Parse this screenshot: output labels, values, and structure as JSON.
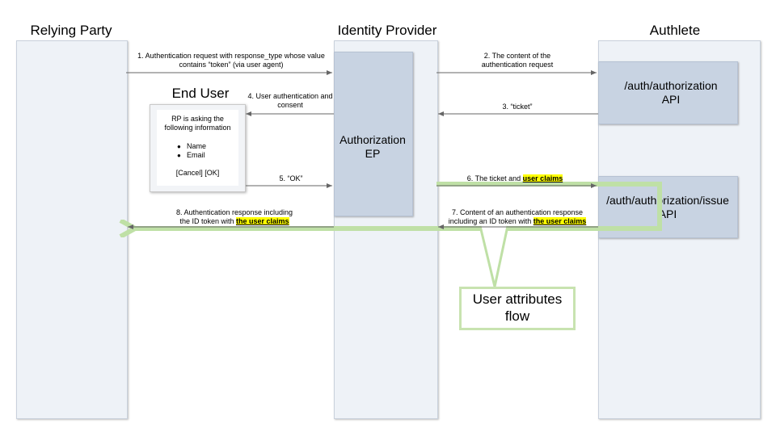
{
  "lanes": {
    "rp": "Relying Party",
    "idp": "Identity Provider",
    "authlete": "Authlete"
  },
  "end_user": {
    "title": "End User",
    "card_text": "RP is asking the following information",
    "items": [
      "Name",
      "Email"
    ],
    "buttons": "[Cancel] [OK]"
  },
  "boxes": {
    "authz_ep": "Authorization EP",
    "auth_api": "/auth/authorization API",
    "issue_api": "/auth/authorization/issue API"
  },
  "messages": {
    "m1": "1. Authentication request with response_type whose value contains “token” (via user agent)",
    "m2": "2. The content of the authentication request",
    "m3": "3. “ticket”",
    "m4": "4. User authentication and consent",
    "m5": "5. “OK”",
    "m6_prefix": "6. The ticket and ",
    "m6_hl": "user claims",
    "m7_prefix_line1": "7. Content of an authentication response",
    "m7_prefix_line2": "including an ID token with ",
    "m7_hl": "the user claims",
    "m8_line1": "8. Authentication response including",
    "m8_prefix_line2": "the ID token with ",
    "m8_hl": "the user claims"
  },
  "callout": {
    "line1": "User attributes",
    "line2": "flow"
  },
  "colors": {
    "lane_bg": "#eef2f7",
    "box_bg": "#c8d3e2",
    "flow_green": "#bfe0a6",
    "highlight": "#ffff00"
  }
}
